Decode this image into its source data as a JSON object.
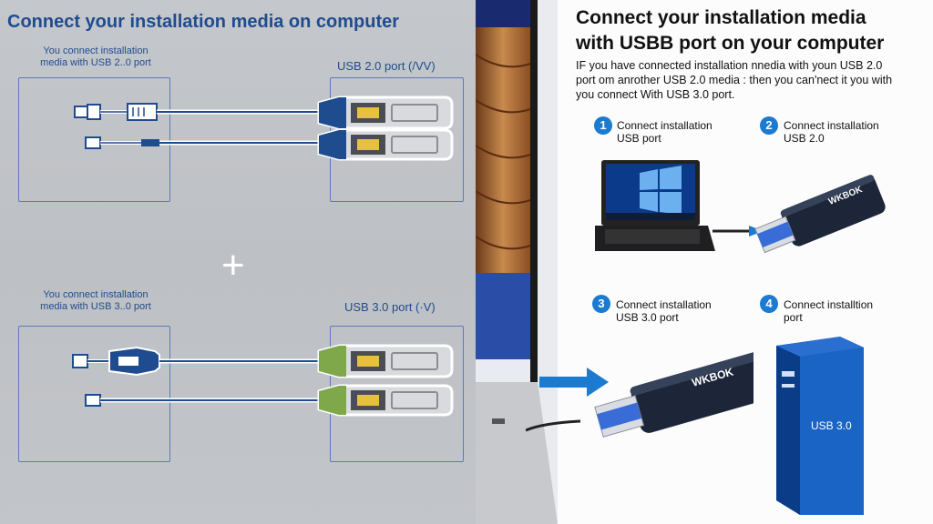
{
  "left": {
    "title": "Connect your installation media on computer",
    "caption_top_1": "You connect installation",
    "caption_top_2": "media with USB 2..0 port",
    "port_label_top": "USB 2.0 port (/VV)",
    "caption_bottom_1": "You connect installation",
    "caption_bottom_2": "media with USB 3..0 port",
    "port_label_bottom": "USB 3.0 port (·V)",
    "plus_symbol": "+"
  },
  "right": {
    "title_line1": "Connect your installation media",
    "title_line2": "with USBB port on your computer",
    "body_line1": "IF you have connected installation nnedia with youn USB 2.0",
    "body_line2": "port om anrother USB 2.0 media : then you can'nect it you with",
    "body_line3": "you connect With USB 3.0 port.",
    "steps": [
      {
        "num": "1",
        "line1": "Connect installation",
        "line2": "USB port"
      },
      {
        "num": "2",
        "line1": "Connect  installation",
        "line2": "USB 2.0"
      },
      {
        "num": "3",
        "line1": "Connect  installation",
        "line2": "USB 3.0 port"
      },
      {
        "num": "4",
        "line1": "Connect installtion",
        "line2": "port"
      }
    ],
    "drive_brand": "WKBOK",
    "tower_label": "USB 3.0"
  },
  "colors": {
    "accent_blue": "#1b7bd0",
    "dark_blue": "#1f4c8f",
    "port_yellow": "#e8c040",
    "port_green": "#7fa84a"
  }
}
